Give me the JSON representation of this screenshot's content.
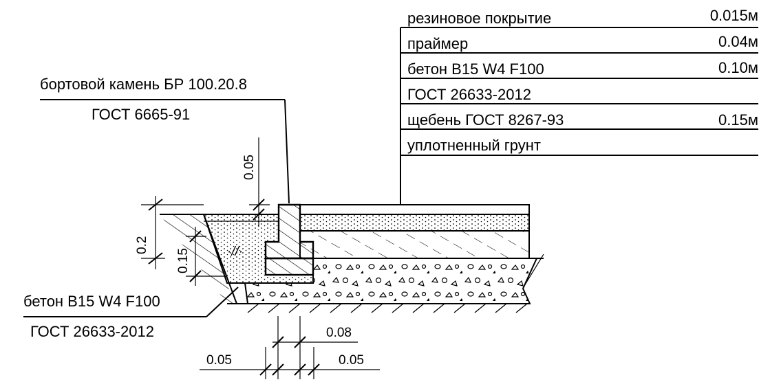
{
  "layers": [
    {
      "name": "резиновое покрытие",
      "thickness": "0.015м"
    },
    {
      "name": "праймер",
      "thickness": "0.04м"
    },
    {
      "name": "бетон В15 W4 F100",
      "thickness": "0.10м"
    },
    {
      "name": "ГОСТ 26633-2012",
      "thickness": ""
    },
    {
      "name": "щебень ГОСТ 8267-93",
      "thickness": "0.15м"
    },
    {
      "name": "уплотненный грунт",
      "thickness": ""
    }
  ],
  "curb": {
    "line1": "бортовой камень БР 100.20.8",
    "line2": "ГОСТ 6665-91"
  },
  "concrete": {
    "line1": "бетон В15 W4 F100",
    "line2": "ГОСТ 26633-2012"
  },
  "dimensions": {
    "top_gap": "0.05",
    "left_total": "0.2",
    "left_inner": "0.15",
    "bottom_mid": "0.08",
    "bottom_left": "0.05",
    "bottom_right": "0.05"
  }
}
